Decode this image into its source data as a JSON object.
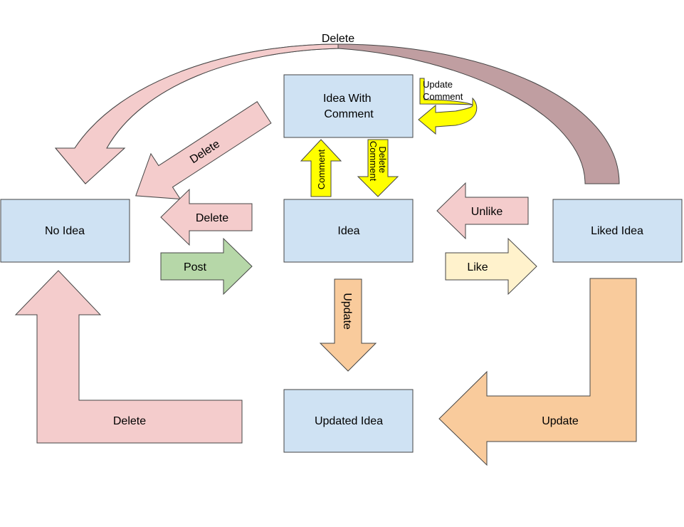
{
  "colors": {
    "state_box": "#cfe2f3",
    "delete_arrow": "#f4cccc",
    "top_delete_arrow": "#c09ea1",
    "post_arrow": "#b6d7a8",
    "like_arrow": "#fff2cc",
    "update_arrow": "#f9cb9c",
    "comment_arrow": "#ffff00",
    "stroke": "#444444"
  },
  "states": {
    "idea_with_comment": "Idea With\nComment",
    "no_idea": "No Idea",
    "idea": "Idea",
    "liked_idea": "Liked Idea",
    "updated_idea": "Updated Idea"
  },
  "transitions": {
    "top_delete": "Delete",
    "diag_delete": "Delete",
    "delete": "Delete",
    "post": "Post",
    "unlike": "Unlike",
    "like": "Like",
    "comment": "Comment",
    "delete_comment": "Delete\nComment",
    "update_comment": "Update\nComment",
    "update_down": "Update",
    "update_big": "Update",
    "delete_big": "Delete"
  }
}
